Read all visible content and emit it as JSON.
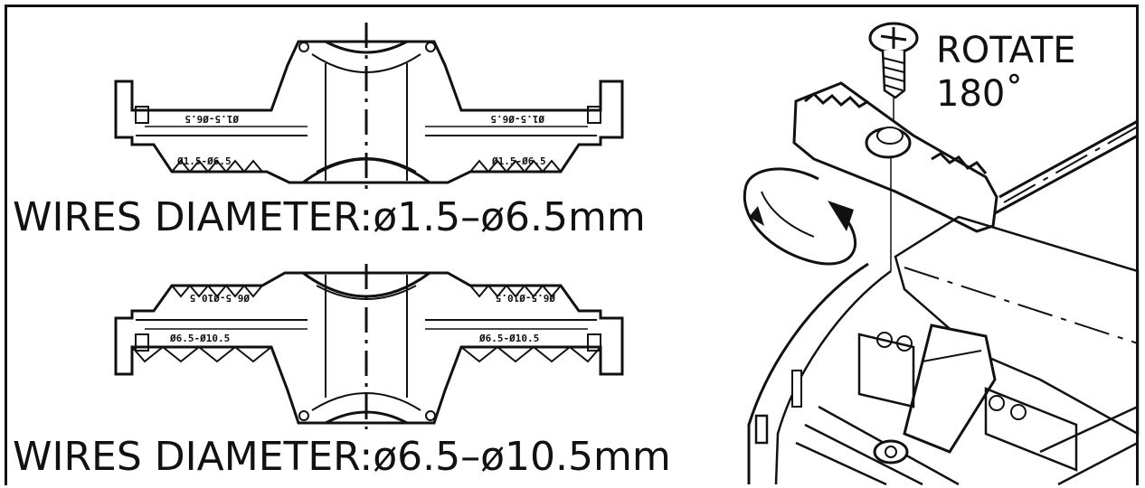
{
  "colors": {
    "ink": "#111111",
    "background": "#ffffff"
  },
  "clamp_top": {
    "engraving_top_left": "Ø1.5-Ø6.5",
    "engraving_top_right": "Ø1.5-Ø6.5",
    "engraving_bottom_left": "Ø1.5-Ø6.5",
    "engraving_bottom_right": "Ø1.5-Ø6.5",
    "caption": "WIRES DIAMETER:ø1.5–ø6.5mm"
  },
  "clamp_bottom": {
    "engraving_top_left": "Ø6.5-Ø10.5",
    "engraving_top_right": "Ø6.5-Ø10.5",
    "engraving_bottom_left": "Ø6.5-Ø10.5",
    "engraving_bottom_right": "Ø6.5-Ø10.5",
    "caption": "WIRES DIAMETER:ø6.5–ø10.5mm"
  },
  "rotate": {
    "line1": "ROTATE",
    "line2": "180˚"
  },
  "icons": [
    "screw-icon",
    "rotation-arrow-icon",
    "terminal-block-icon"
  ]
}
